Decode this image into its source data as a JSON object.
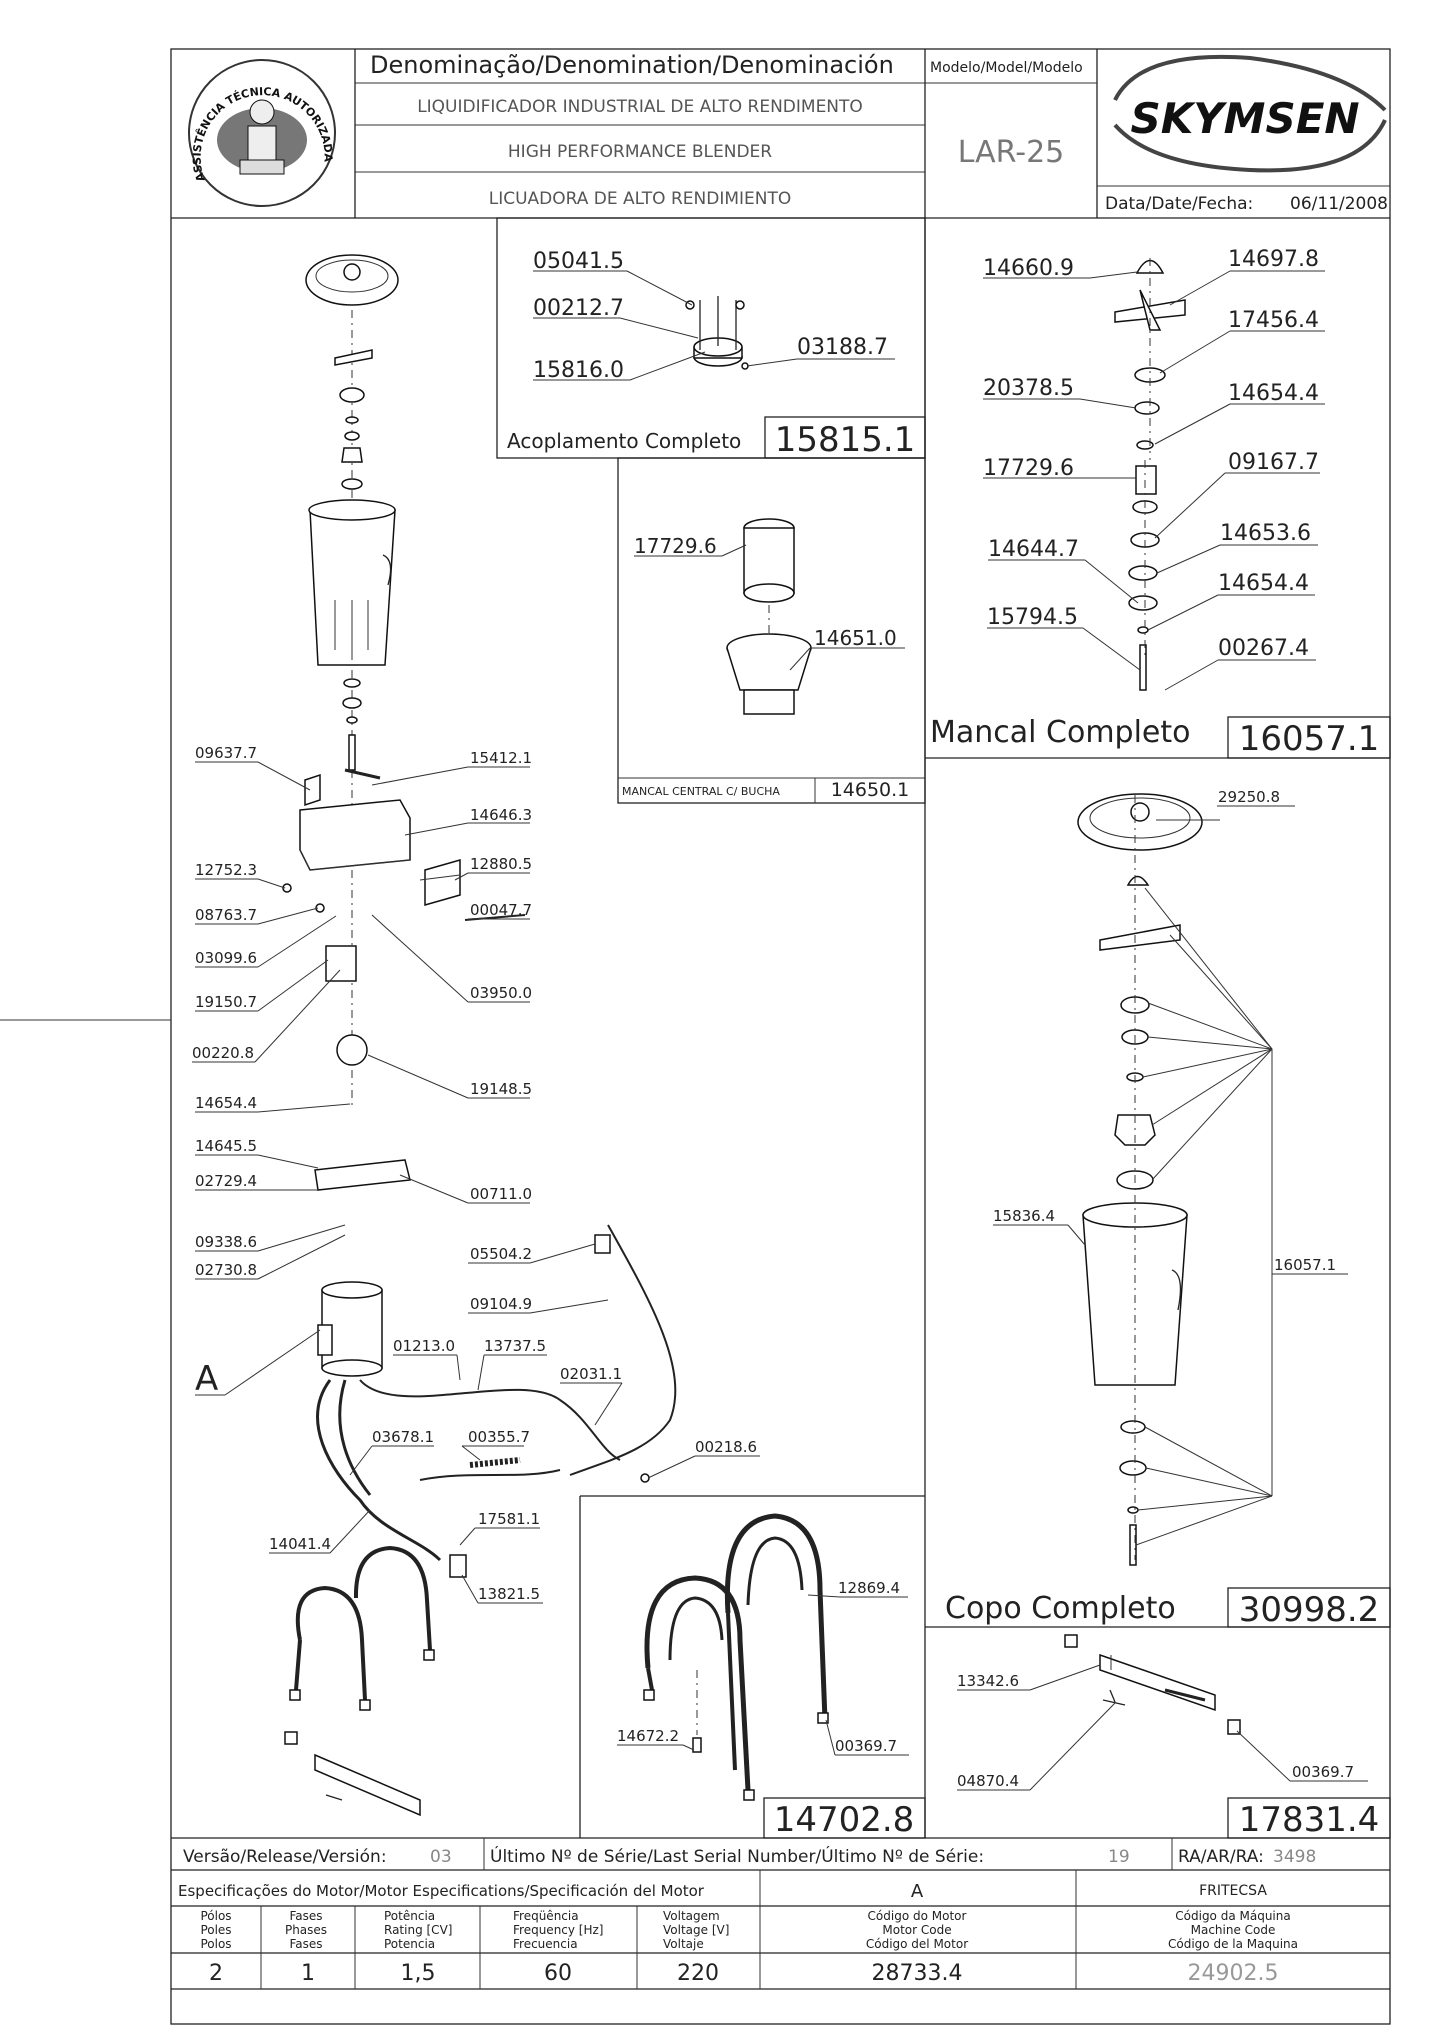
{
  "header": {
    "denomination_label": "Denominação/Denomination/Denominación",
    "model_label": "Modelo/Model/Modelo",
    "name_pt": "LIQUIDIFICADOR INDUSTRIAL DE ALTO RENDIMENTO",
    "name_en": "HIGH PERFORMANCE BLENDER",
    "name_es": "LICUADORA DE ALTO RENDIMIENTO",
    "model": "LAR-25",
    "brand": "SKYMSEN",
    "date_label": "Data/Date/Fecha:",
    "date": "06/11/2008",
    "seal_text": "ASSISTÊNCIA TÉCNICA AUTORIZADA"
  },
  "assemblies": {
    "coupling_title": "Acoplamento Completo",
    "coupling_code": "15815.1",
    "bearing_title": "Mancal Completo",
    "bearing_code": "16057.1",
    "central_title": "MANCAL CENTRAL C/ BUCHA",
    "central_code": "14650.1",
    "cup_title": "Copo Completo",
    "cup_code": "30998.2",
    "stand_code": "14702.8",
    "bracket_code": "17831.4"
  },
  "coupling_labels": [
    "05041.5",
    "00212.7",
    "15816.0",
    "03188.7"
  ],
  "central_labels": [
    "17729.6",
    "14651.0"
  ],
  "bearing_labels": [
    "14660.9",
    "14697.8",
    "17456.4",
    "20378.5",
    "14654.4",
    "17729.6",
    "09167.7",
    "14644.7",
    "14653.6",
    "14654.4",
    "15794.5",
    "00267.4"
  ],
  "cup_labels": [
    "29250.8",
    "15836.4",
    "16057.1"
  ],
  "stand_labels": [
    "12869.4",
    "14672.2",
    "00369.7"
  ],
  "bracket_labels": [
    "13342.6",
    "04870.4",
    "00369.7"
  ],
  "main_labels": [
    "09637.7",
    "15412.1",
    "14646.3",
    "12752.3",
    "12880.5",
    "00047.7",
    "08763.7",
    "03099.6",
    "19150.7",
    "03950.0",
    "00220.8",
    "19148.5",
    "14654.4",
    "14645.5",
    "02729.4",
    "00711.0",
    "09338.6",
    "02730.8",
    "05504.2",
    "09104.9",
    "A",
    "01213.0",
    "13737.5",
    "02031.1",
    "03678.1",
    "00355.7",
    "00218.6",
    "17581.1",
    "14041.4",
    "13821.5"
  ],
  "footer": {
    "version_label": "Versão/Release/Versión:",
    "version": "03",
    "serial_label": "Último Nº de Série/Last Serial Number/Último Nº de Série:",
    "serial": "19",
    "ra_label": "RA/AR/RA:",
    "ra": "3498",
    "motor_spec_label": "Especificações do Motor/Motor Especifications/Specificación del Motor",
    "motor_ref": "A",
    "manufacturer": "FRITECSA",
    "columns": [
      [
        "Pólos",
        "Poles",
        "Polos"
      ],
      [
        "Fases",
        "Phases",
        "Fases"
      ],
      [
        "Potência",
        "Rating [CV]",
        "Potencia"
      ],
      [
        "Freqüência",
        "Frequency [Hz]",
        "Frecuencia"
      ],
      [
        "Voltagem",
        "Voltage [V]",
        "Voltaje"
      ],
      [
        "Código do Motor",
        "Motor Code",
        "Código del Motor"
      ],
      [
        "Código da Máquina",
        "Machine Code",
        "Código de la Maquina"
      ]
    ],
    "values": [
      "2",
      "1",
      "1,5",
      "60",
      "220",
      "28733.4",
      "24902.5"
    ]
  }
}
